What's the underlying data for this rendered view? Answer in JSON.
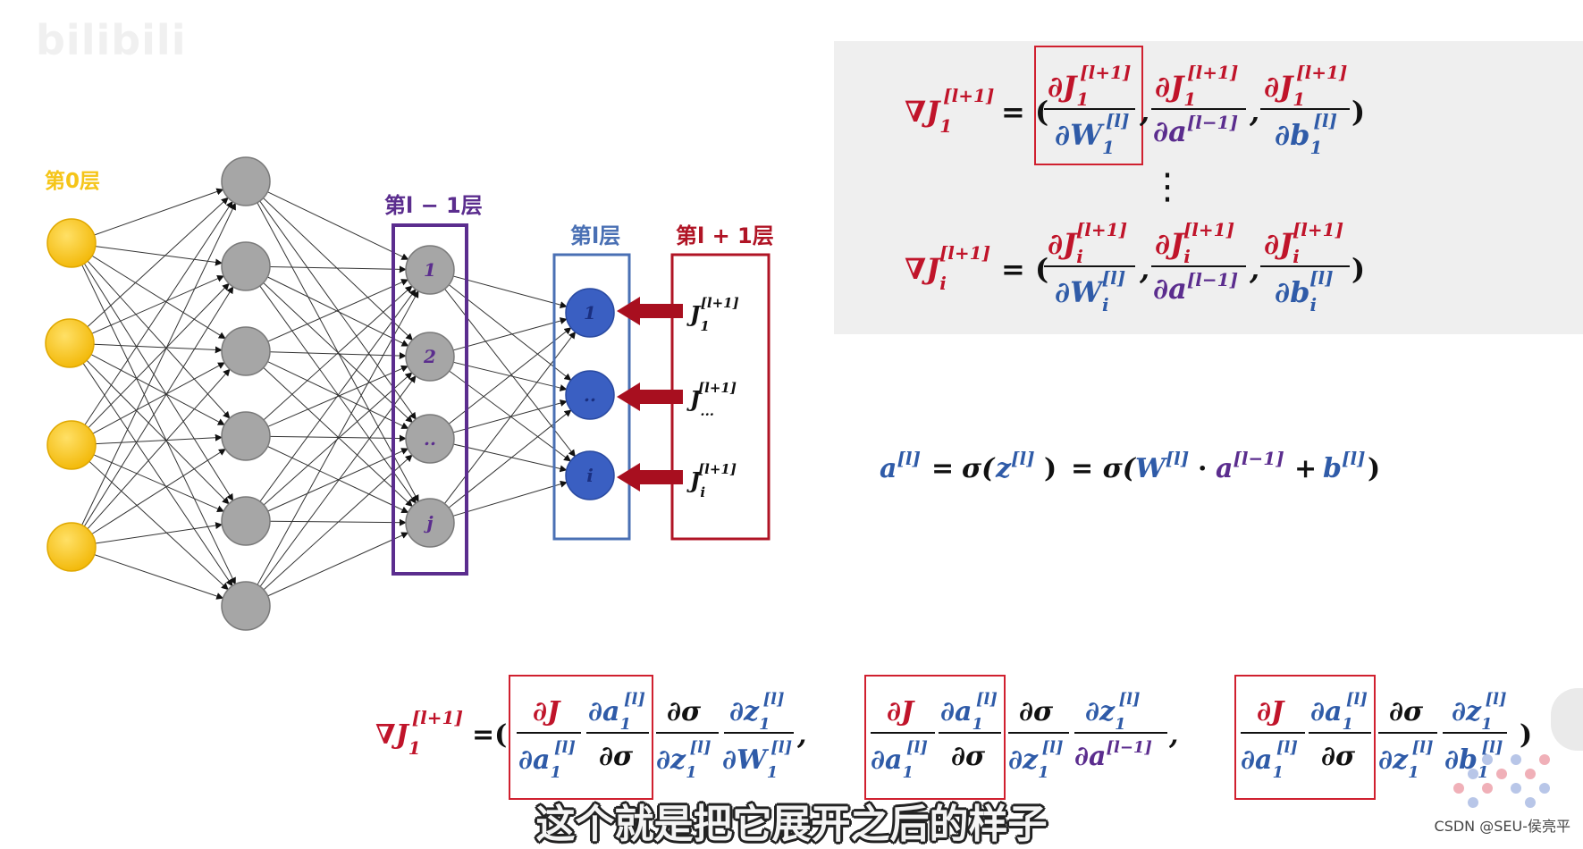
{
  "watermark": "bilibili",
  "layers": {
    "layer0": "第0层",
    "layer_lm1": "第l − 1层",
    "layer_l": "第l层",
    "layer_lp1": "第l + 1层"
  },
  "neurons": {
    "lm1": [
      "1",
      "2",
      "..",
      "j"
    ],
    "l": [
      "1",
      "..",
      "i"
    ]
  },
  "cost_labels": [
    {
      "base": "J",
      "sub": "1",
      "sup": "[l+1]"
    },
    {
      "base": "J",
      "sub": "...",
      "sup": "[l+1]"
    },
    {
      "base": "J",
      "sub": "i",
      "sup": "[l+1]"
    }
  ],
  "formulas": {
    "grad_1": {
      "lhs_base": "∇J",
      "lhs_sub": "1",
      "lhs_sup": "[l+1]",
      "t1_num": "∂J",
      "t1_num_sub": "1",
      "t1_num_sup": "[l+1]",
      "t1_den": "∂W",
      "t1_den_sub": "1",
      "t1_den_sup": "[l]",
      "t2_num": "∂J",
      "t2_num_sub": "1",
      "t2_num_sup": "[l+1]",
      "t2_den": "∂a",
      "t2_den_sup": "[l−1]",
      "t3_num": "∂J",
      "t3_num_sub": "1",
      "t3_num_sup": "[l+1]",
      "t3_den": "∂b",
      "t3_den_sub": "1",
      "t3_den_sup": "[l]"
    },
    "grad_i": {
      "lhs_base": "∇J",
      "lhs_sub": "i",
      "lhs_sup": "[l+1]",
      "t1_num": "∂J",
      "t1_num_sub": "i",
      "t1_num_sup": "[l+1]",
      "t1_den": "∂W",
      "t1_den_sub": "i",
      "t1_den_sup": "[l]",
      "t2_num": "∂J",
      "t2_num_sub": "i",
      "t2_num_sup": "[l+1]",
      "t2_den": "∂a",
      "t2_den_sup": "[l−1]",
      "t3_num": "∂J",
      "t3_num_sub": "i",
      "t3_num_sup": "[l+1]",
      "t3_den": "∂b",
      "t3_den_sub": "i",
      "t3_den_sup": "[l]"
    },
    "vdots": "⋮",
    "activation": {
      "a": "a",
      "sup_l": "[l]",
      "eq": "=",
      "sigma": "σ(",
      "z": "z",
      "close": ")",
      "eq2": "= σ(",
      "W": "W",
      "dot": "·",
      "a2": "a",
      "sup_lm1": "[l−1]",
      "plus": "+",
      "b": "b",
      "close2": ")"
    },
    "chain": {
      "lhs_base": "∇J",
      "lhs_sub": "1",
      "lhs_sup": "[l+1]",
      "open": "=(",
      "dJ": "∂J",
      "da": "∂a",
      "dsigma": "∂σ",
      "dz": "∂z",
      "dW": "∂W",
      "dalm1": "∂a",
      "db": "∂b",
      "sub1": "1",
      "sup_l": "[l]",
      "sup_lm1": "[l−1]",
      "comma": ",",
      "close": ")"
    }
  },
  "subtitle": "这个就是把它展开之后的样子",
  "credit": "CSDN @SEU-侯亮平",
  "colors": {
    "red": "#c0142a",
    "blue": "#2f5ba8",
    "purple": "#5b2d8e",
    "dark": "#111111",
    "yellow": "#f5c518",
    "gray": "#a6a6a6",
    "neuron_blue": "#3a5fc2",
    "panel": "#efefef"
  }
}
